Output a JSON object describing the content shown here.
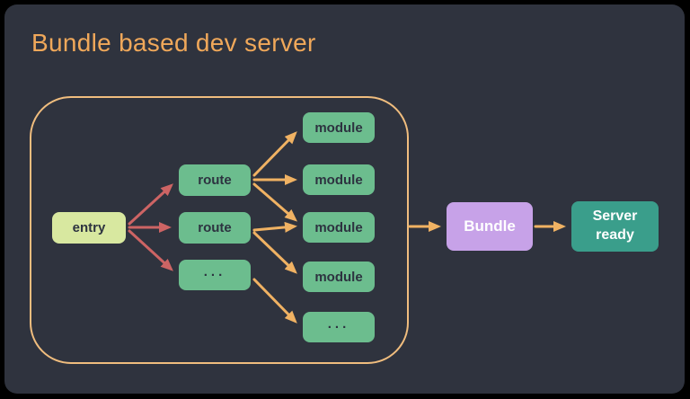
{
  "title": "Bundle based dev server",
  "colors": {
    "page_background": "#000000",
    "panel_background": "#2f333e",
    "title_orange": "#f0a85a",
    "container_border_orange": "#f0bd7e",
    "arrow_orange": "#f0b263",
    "arrow_red": "#cd6464",
    "node_green": "#6cbd8e",
    "node_entry_yellow_green": "#d8e8a0",
    "node_bundle_purple": "#c7a2e8",
    "node_server_teal": "#3a9e8b",
    "node_text_dark": "#2d3340",
    "node_text_light": "#ffffff"
  },
  "nodes": {
    "entry": {
      "label": "entry"
    },
    "route_1": {
      "label": "route"
    },
    "route_2": {
      "label": "route"
    },
    "route_more": {
      "label": "..."
    },
    "module_1": {
      "label": "module"
    },
    "module_2": {
      "label": "module"
    },
    "module_3": {
      "label": "module"
    },
    "module_4": {
      "label": "module"
    },
    "module_more": {
      "label": "..."
    },
    "bundle": {
      "label": "Bundle"
    },
    "server_ready": {
      "label": "Server ready"
    }
  },
  "edges": [
    {
      "from": "entry",
      "to": "route_1",
      "color": "red"
    },
    {
      "from": "entry",
      "to": "route_2",
      "color": "red"
    },
    {
      "from": "entry",
      "to": "route_more",
      "color": "red"
    },
    {
      "from": "route_1",
      "to": "module_1",
      "color": "orange"
    },
    {
      "from": "route_1",
      "to": "module_2",
      "color": "orange"
    },
    {
      "from": "route_1",
      "to": "module_3",
      "color": "orange"
    },
    {
      "from": "route_2",
      "to": "module_3",
      "color": "orange"
    },
    {
      "from": "route_2",
      "to": "module_4",
      "color": "orange"
    },
    {
      "from": "route_more",
      "to": "module_more",
      "color": "orange"
    },
    {
      "from": "scan_container",
      "to": "bundle",
      "color": "orange"
    },
    {
      "from": "bundle",
      "to": "server_ready",
      "color": "orange"
    }
  ]
}
